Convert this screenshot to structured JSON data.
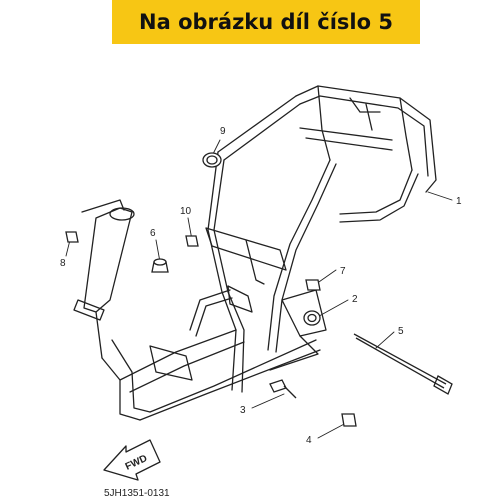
{
  "banner": {
    "text": "Na obrázku díl číslo 5",
    "color": "#f7c614"
  },
  "callouts": [
    "1",
    "2",
    "3",
    "4",
    "5",
    "6",
    "7",
    "8",
    "9",
    "10"
  ],
  "direction_label": "FWD",
  "part_code": "5JH1351-0131",
  "line_color": "#222222"
}
